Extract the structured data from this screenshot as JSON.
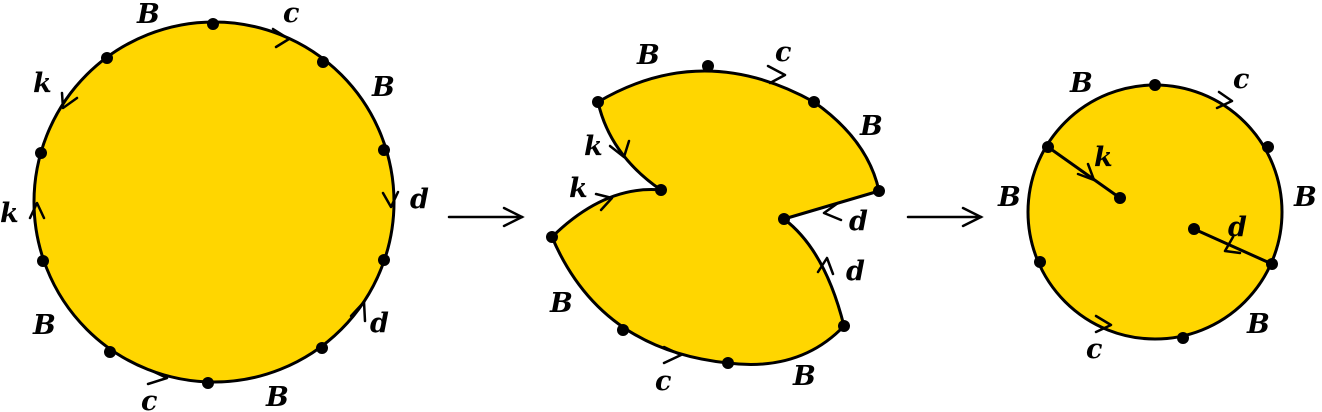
{
  "labels": {
    "B": "B",
    "c": "c",
    "d": "d",
    "k": "k"
  },
  "colors": {
    "region_fill": "#ffd600",
    "stroke": "#000000"
  },
  "steps": [
    "step-1-disk",
    "step-2-pinched-disk",
    "step-3-disk-with-slits"
  ],
  "transition_arrows": 2
}
